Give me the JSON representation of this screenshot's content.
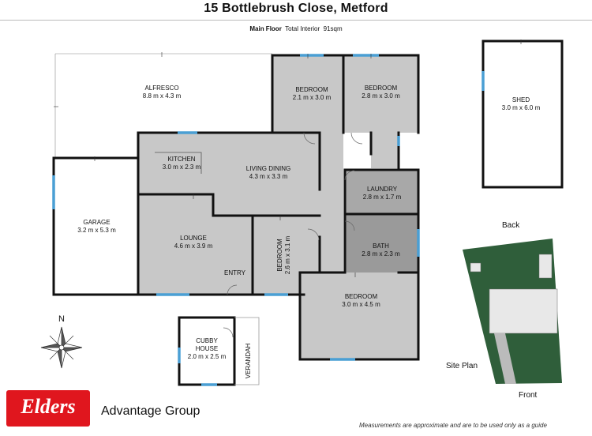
{
  "header": {
    "title": "15 Bottlebrush Close, Metford",
    "floor_label": "Main Floor",
    "interior_label": "Total Interior",
    "interior_area": "91sqm"
  },
  "rooms": {
    "alfresco": {
      "name": "ALFRESCO",
      "dims": "8.8 m x 4.3 m"
    },
    "bedroom1": {
      "name": "BEDROOM",
      "dims": "2.1 m x 3.0 m"
    },
    "bedroom2": {
      "name": "BEDROOM",
      "dims": "2.8 m x 3.0 m"
    },
    "kitchen": {
      "name": "KITCHEN",
      "dims": "3.0 m x 2.3 m"
    },
    "living": {
      "name": "LIVING DINING",
      "dims": "4.3 m x 3.3 m"
    },
    "laundry": {
      "name": "LAUNDRY",
      "dims": "2.8 m x 1.7 m"
    },
    "garage": {
      "name": "GARAGE",
      "dims": "3.2 m x 5.3 m"
    },
    "lounge": {
      "name": "LOUNGE",
      "dims": "4.6 m x 3.9 m"
    },
    "bedroom3": {
      "name": "BEDROOM",
      "dims": "2.6 m x 3.1 m"
    },
    "bath": {
      "name": "BATH",
      "dims": "2.8 m x 2.3 m"
    },
    "entry": {
      "name": "ENTRY"
    },
    "bedroom4": {
      "name": "BEDROOM",
      "dims": "3.0 m x 4.5 m"
    },
    "cubby": {
      "name_line1": "CUBBY",
      "name_line2": "HOUSE",
      "dims": "2.0 m x 2.5 m"
    },
    "verandah": {
      "name": "VERANDAH"
    },
    "shed": {
      "name": "SHED",
      "dims": "3.0 m x 6.0 m"
    }
  },
  "compass": {
    "north": "N"
  },
  "site_plan": {
    "label": "Site Plan",
    "back": "Back",
    "front": "Front"
  },
  "branding": {
    "logo_word": "Elders",
    "group": "Advantage Group"
  },
  "footer": {
    "disclaimer": "Measurements are approximate and are to be used only as a guide"
  },
  "colors": {
    "wall": "#111111",
    "room_grey": "#c8c8c8",
    "room_dark": "#9a9a9a",
    "window": "#4a9fd4",
    "logo_red": "#e0161e",
    "site_green": "#2f5e3a"
  }
}
